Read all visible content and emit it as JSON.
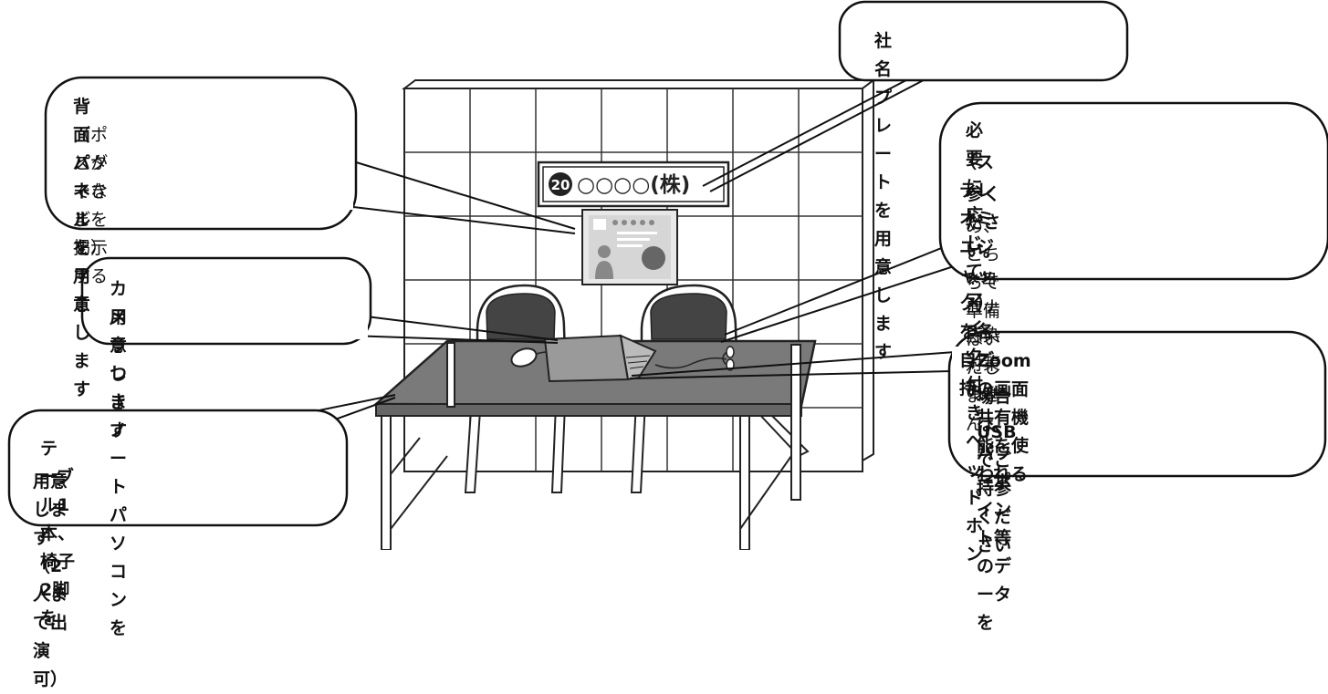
{
  "callouts": {
    "nameplate": {
      "text": "社名プレートを用意します"
    },
    "back_panel": {
      "title": "背面パネルを用意します",
      "body": "（ポスターなどを掲示することができます）",
      "body_line1": "（ポスターなどを掲示するこ",
      "body_line2": "とができます）"
    },
    "headphones": {
      "line1": "必要に応じて、マイク付きヘッドホン",
      "line2": "（ステレオミニジャック）を各自ご持",
      "line3_bold": "参ください。",
      "line3_rest": "※コロナ感染対策のた",
      "line4": "め、こちらで準備はいたしません"
    },
    "laptop": {
      "line1": "カメラつきノートパソコンを",
      "line2": "用意します"
    },
    "zoom": {
      "line1": "Zoomの画面共有機能を使われる",
      "line2": "場合は、パワーポイント等のデータを",
      "line3": "USBでご持参ください"
    },
    "table": {
      "line1": "テーブル1本、椅子2脚を",
      "line2": "用意します（2人まで出演可）"
    }
  },
  "nameplate_sign": {
    "number": "20",
    "name": "○○○○(株)"
  },
  "icons": [
    "speech-bubble",
    "wall-panel",
    "nameplate",
    "poster",
    "chair",
    "table",
    "laptop",
    "mouse",
    "headphones"
  ]
}
